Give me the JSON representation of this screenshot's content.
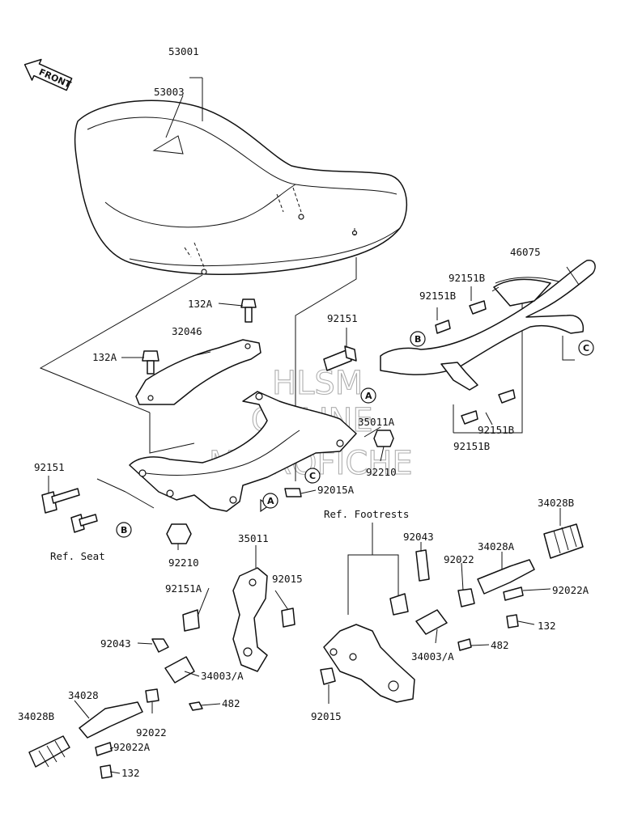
{
  "front_arrow": {
    "text": "FRONT"
  },
  "watermark": {
    "line1": "HLSM",
    "line2": "ONLINE",
    "line3": "MICROFICHE"
  },
  "references": {
    "seat": "Ref. Seat",
    "footrests": "Ref. Footrests"
  },
  "callout_markers": {
    "a": "A",
    "b": "B",
    "c": "C"
  },
  "parts": {
    "p53001": "53001",
    "p53003": "53003",
    "p132a_1": "132A",
    "p132a_2": "132A",
    "p32046": "32046",
    "p92151_1": "92151",
    "p92151_2": "92151",
    "p92151b_1": "92151B",
    "p92151b_2": "92151B",
    "p92151b_3": "92151B",
    "p92151b_4": "92151B",
    "p46075": "46075",
    "p35011a": "35011A",
    "p92210_1": "92210",
    "p92210_2": "92210",
    "p92015a": "92015A",
    "p34028b_1": "34028B",
    "p34028b_2": "34028B",
    "p92043_1": "92043",
    "p92043_2": "92043",
    "p92022_1": "92022",
    "p92022_2": "92022",
    "p34028a": "34028A",
    "p92022a_1": "92022A",
    "p92022a_2": "92022A",
    "p132_1": "132",
    "p132_2": "132",
    "p482_1": "482",
    "p482_2": "482",
    "p34003a_1": "34003/A",
    "p34003a_2": "34003/A",
    "p35011": "35011",
    "p92015_1": "92015",
    "p92015_2": "92015",
    "p92151a": "92151A",
    "p34028": "34028"
  }
}
